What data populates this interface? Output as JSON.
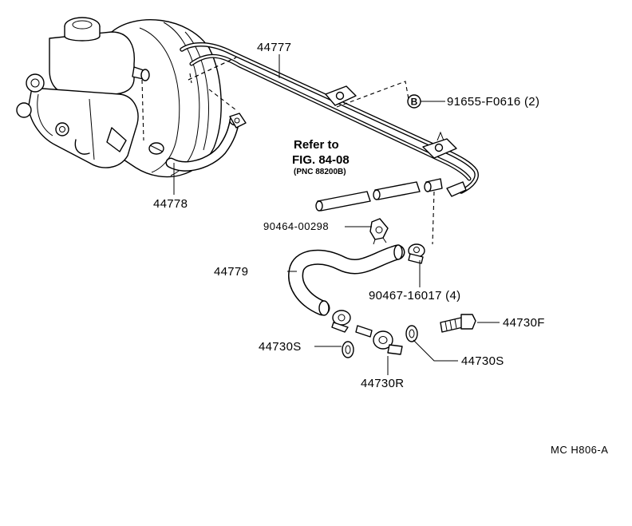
{
  "diagram": {
    "labels": {
      "brake_line": "44777",
      "vacuum_hose_upper": "44778",
      "vacuum_hose_lower": "44779",
      "hose_clamp_small": "90464-00298",
      "hose_clamp": "90467-16017 (4)",
      "clip_bolt": "91655-F0616 (2)",
      "union_bolt": "44730F",
      "gasket_left": "44730S",
      "gasket_right": "44730S",
      "union": "44730R"
    },
    "callout_marker": "B",
    "reference": {
      "line1": "Refer to",
      "line2": "FIG. 84-08",
      "line3": "(PNC 88200B)"
    },
    "figure_code": "MC  H806-A"
  }
}
